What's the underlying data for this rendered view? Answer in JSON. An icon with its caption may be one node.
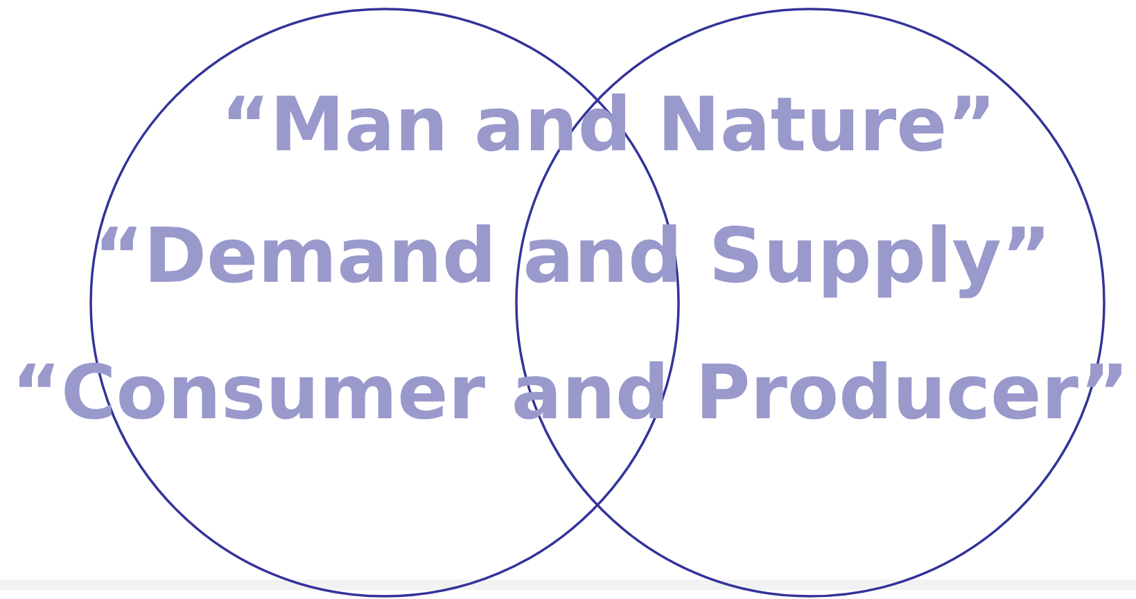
{
  "diagram": {
    "nodes": [
      {
        "text": [],
        "shape": "circle"
      },
      {
        "text": [],
        "shape": "circle"
      }
    ],
    "labels": [
      "“Man and Nature”",
      "“Demand and Supply”",
      "“Consumer and Producer”"
    ]
  }
}
